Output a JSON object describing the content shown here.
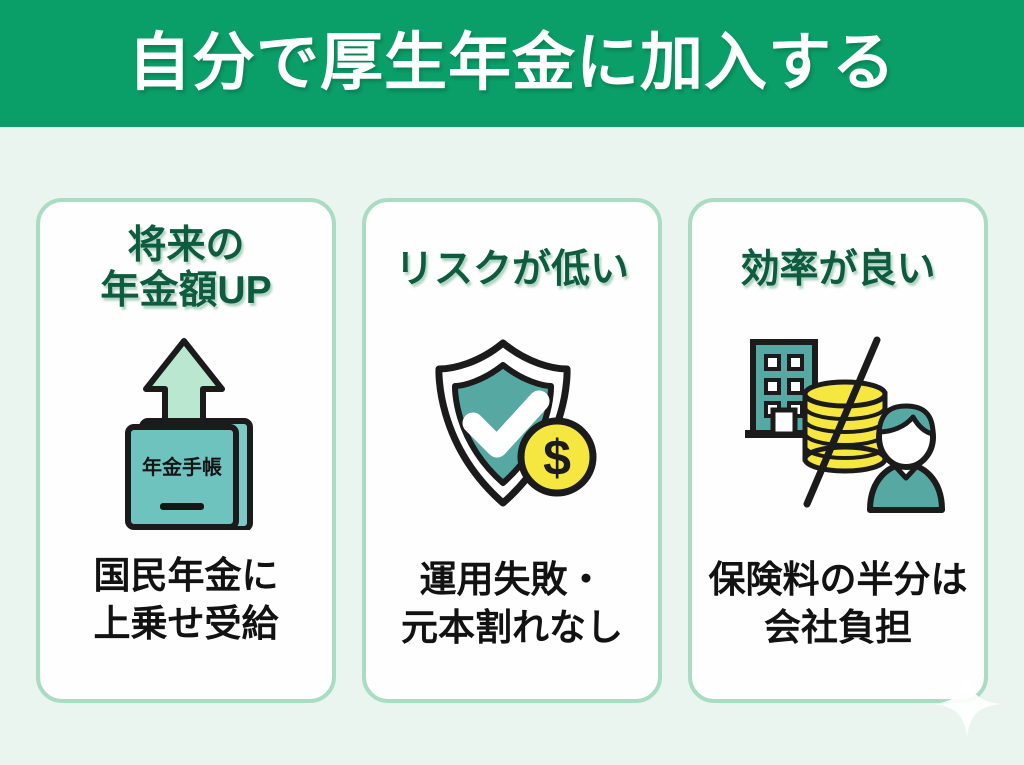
{
  "header": {
    "title": "自分で厚生年金に加入する",
    "background_color": "#0a9e68",
    "text_color": "#ffffff"
  },
  "page": {
    "background_color": "#e9f5ee",
    "card_border_color": "#a9dcc2",
    "card_background_color": "#fdfefd",
    "title_color": "#0e5b40",
    "body_text_color": "#121212",
    "accent_teal": "#59aeaa",
    "accent_yellow": "#f5e740",
    "outline_color": "#1b1b1b"
  },
  "cards": [
    {
      "title": "将来の\n年金額UP",
      "body": "国民年金に\n上乗せ受給",
      "icon_name": "pension-book-up-arrow-icon",
      "icon_label": "年金手帳"
    },
    {
      "title": "リスクが低い",
      "body": "運用失敗・\n元本割れなし",
      "icon_name": "shield-check-coin-icon",
      "coin_symbol": "$"
    },
    {
      "title": "効率が良い",
      "body": "保険料の半分は\n会社負担",
      "icon_name": "company-person-split-coins-icon"
    }
  ],
  "decoration": {
    "sparkle_name": "sparkle-icon"
  }
}
